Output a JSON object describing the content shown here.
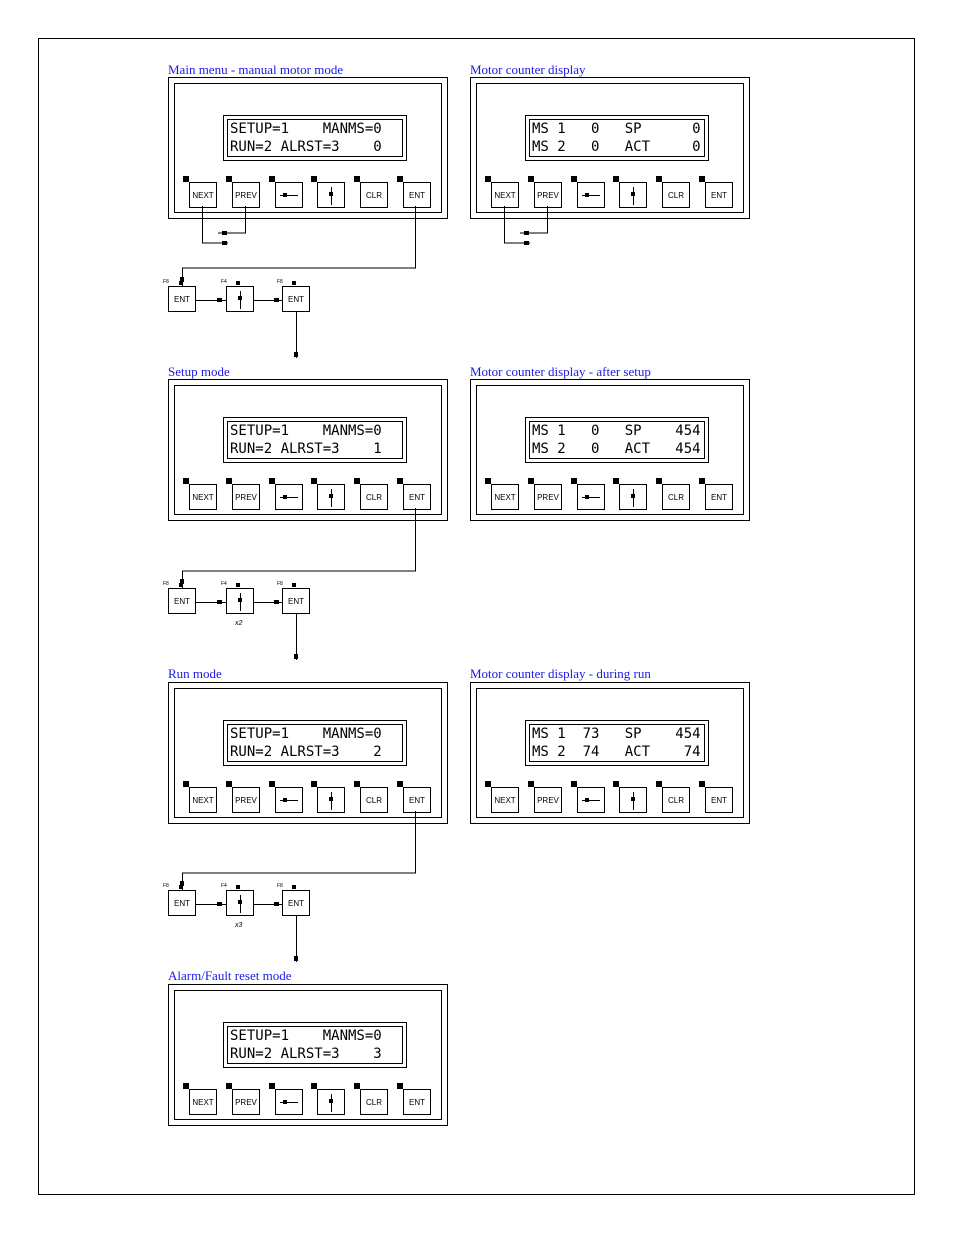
{
  "sections": [
    {
      "id": "main-menu",
      "title": "Main menu - manual motor mode",
      "line1": "SETUP=1    MANMS=0",
      "line2": "RUN=2 ALRST=3    0"
    },
    {
      "id": "motor-counter",
      "title": "Motor counter display",
      "line1": "MS 1   0   SP      0",
      "line2": "MS 2   0   ACT     0"
    },
    {
      "id": "setup-mode",
      "title": "Setup mode",
      "line1": "SETUP=1    MANMS=0",
      "line2": "RUN=2 ALRST=3    1"
    },
    {
      "id": "motor-counter-after-setup",
      "title": "Motor counter display - after setup",
      "line1": "MS 1   0   SP    454",
      "line2": "MS 2   0   ACT   454"
    },
    {
      "id": "run-mode",
      "title": "Run mode",
      "line1": "SETUP=1    MANMS=0",
      "line2": "RUN=2 ALRST=3    2"
    },
    {
      "id": "motor-counter-during-run",
      "title": "Motor counter display - during run",
      "line1": "MS 1  73   SP    454",
      "line2": "MS 2  74   ACT    74"
    },
    {
      "id": "alarm-reset-mode",
      "title": "Alarm/Fault reset mode",
      "line1": "SETUP=1    MANMS=0",
      "line2": "RUN=2 ALRST=3    3"
    }
  ],
  "keys": {
    "next": "NEXT",
    "prev": "PREV",
    "clr": "CLR",
    "ent": "ENT"
  },
  "sequence": {
    "ent_label": "ENT",
    "led_ent": "F8",
    "led_up": "F4",
    "repeat_2": "x2",
    "repeat_3": "x3"
  },
  "colors": {
    "title": "#1a1ae6",
    "line": "#000000"
  }
}
